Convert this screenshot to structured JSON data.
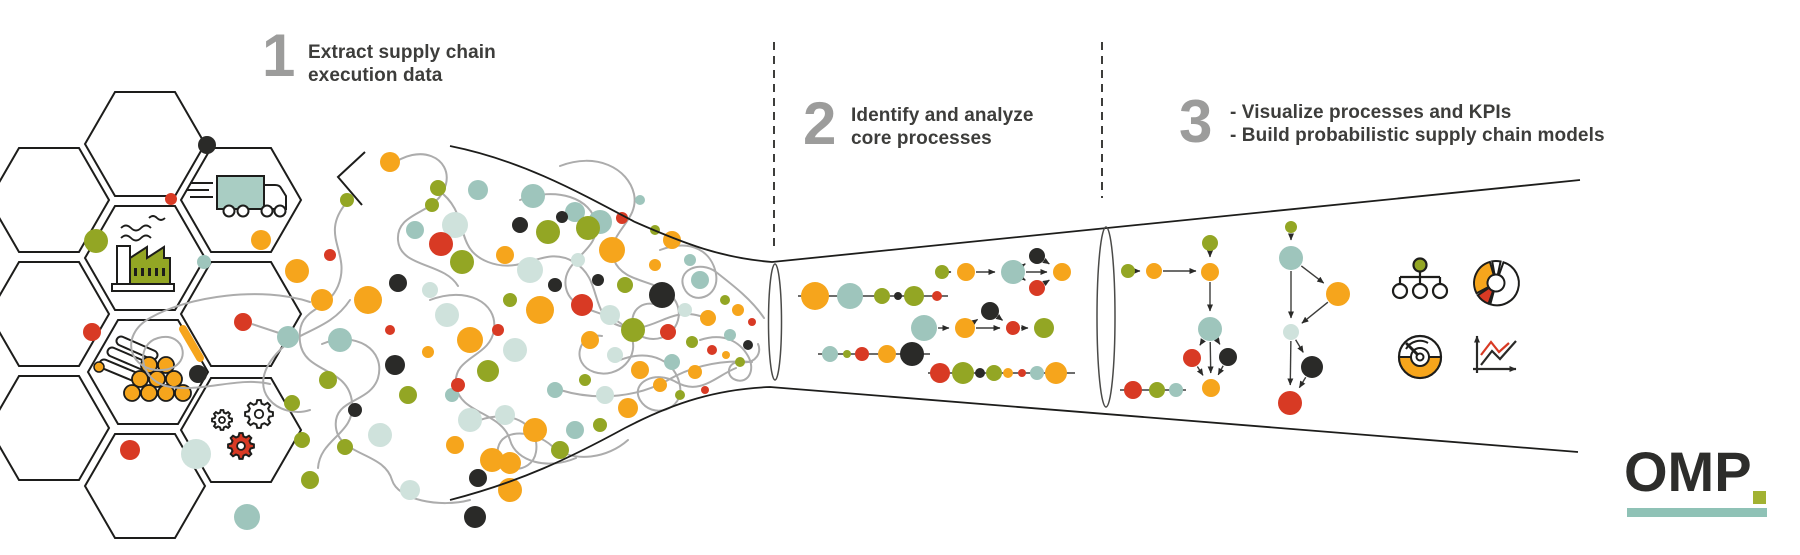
{
  "palette": {
    "orange": "#F6A51C",
    "olive": "#93A624",
    "red": "#D83A24",
    "black": "#2A2A28",
    "teal": "#9EC5BC",
    "lightteal": "#CFE2DC",
    "thread": "#ACACAC",
    "outline": "#1D1D1B",
    "number_gray": "#9C9C9B",
    "text_dark": "#3D3D3B",
    "logo_dark": "#2D2D2B",
    "logo_green": "#A2B232",
    "logo_teal": "#8FC2B6"
  },
  "steps": [
    {
      "number": "1",
      "line1": "Extract supply chain",
      "line2": "execution data"
    },
    {
      "number": "2",
      "line1": "Identify and analyze",
      "line2": "core processes"
    },
    {
      "number": "3",
      "line1": "- Visualize processes and KPIs",
      "line2": "- Build probabilistic supply chain models"
    }
  ],
  "logo": {
    "text": "OMP"
  },
  "icons": {
    "hex": [
      "truck-icon",
      "factory-icon",
      "pipes-icon",
      "gears-icon"
    ],
    "kpi": [
      "org-chart-icon",
      "donut-chart-icon",
      "gauge-icon",
      "line-chart-icon"
    ]
  },
  "scatter": {
    "dots": [
      [
        207,
        145,
        9,
        "k"
      ],
      [
        171,
        199,
        6,
        "r"
      ],
      [
        96,
        241,
        12,
        "g"
      ],
      [
        261,
        240,
        10,
        "o"
      ],
      [
        204,
        262,
        7,
        "t"
      ],
      [
        297,
        271,
        12,
        "o"
      ],
      [
        92,
        332,
        9,
        "r"
      ],
      [
        243,
        322,
        9,
        "r"
      ],
      [
        288,
        337,
        11,
        "t"
      ],
      [
        198,
        374,
        9,
        "k"
      ],
      [
        292,
        403,
        8,
        "g"
      ],
      [
        130,
        450,
        10,
        "r"
      ],
      [
        196,
        454,
        15,
        "lt"
      ],
      [
        247,
        517,
        13,
        "t"
      ],
      [
        310,
        480,
        9,
        "g"
      ],
      [
        302,
        440,
        8,
        "g"
      ],
      [
        475,
        517,
        11,
        "k"
      ],
      [
        410,
        490,
        10,
        "lt"
      ],
      [
        510,
        490,
        12,
        "o"
      ],
      [
        390,
        162,
        10,
        "o"
      ],
      [
        347,
        200,
        7,
        "g"
      ],
      [
        438,
        188,
        8,
        "g"
      ],
      [
        478,
        190,
        10,
        "t"
      ],
      [
        330,
        255,
        6,
        "r"
      ],
      [
        322,
        300,
        11,
        "o"
      ],
      [
        340,
        340,
        12,
        "t"
      ],
      [
        328,
        380,
        9,
        "g"
      ],
      [
        355,
        410,
        7,
        "k"
      ],
      [
        380,
        435,
        12,
        "lt"
      ],
      [
        345,
        447,
        8,
        "g"
      ],
      [
        368,
        300,
        14,
        "o"
      ],
      [
        390,
        330,
        5,
        "r"
      ],
      [
        395,
        365,
        10,
        "k"
      ],
      [
        408,
        395,
        9,
        "g"
      ],
      [
        398,
        283,
        9,
        "k"
      ],
      [
        415,
        230,
        9,
        "t"
      ],
      [
        432,
        205,
        7,
        "g"
      ],
      [
        455,
        225,
        13,
        "lt"
      ],
      [
        441,
        244,
        12,
        "r"
      ],
      [
        462,
        262,
        12,
        "g"
      ],
      [
        430,
        290,
        8,
        "lt"
      ],
      [
        447,
        315,
        12,
        "lt"
      ],
      [
        470,
        340,
        13,
        "o"
      ],
      [
        488,
        371,
        11,
        "g"
      ],
      [
        428,
        352,
        6,
        "o"
      ],
      [
        452,
        395,
        7,
        "t"
      ],
      [
        470,
        420,
        12,
        "lt"
      ],
      [
        455,
        445,
        9,
        "o"
      ],
      [
        492,
        460,
        12,
        "o"
      ],
      [
        478,
        478,
        9,
        "k"
      ],
      [
        533,
        196,
        12,
        "t"
      ],
      [
        520,
        225,
        8,
        "k"
      ],
      [
        548,
        232,
        12,
        "g"
      ],
      [
        505,
        255,
        9,
        "o"
      ],
      [
        530,
        270,
        13,
        "lt"
      ],
      [
        555,
        285,
        7,
        "k"
      ],
      [
        510,
        300,
        7,
        "g"
      ],
      [
        540,
        310,
        14,
        "o"
      ],
      [
        498,
        330,
        6,
        "r"
      ],
      [
        515,
        350,
        12,
        "lt"
      ],
      [
        458,
        385,
        7,
        "r"
      ],
      [
        555,
        390,
        8,
        "t"
      ],
      [
        505,
        415,
        10,
        "lt"
      ],
      [
        535,
        430,
        12,
        "o"
      ],
      [
        560,
        450,
        9,
        "g"
      ],
      [
        510,
        463,
        11,
        "o"
      ],
      [
        575,
        212,
        10,
        "t"
      ],
      [
        600,
        222,
        12,
        "t"
      ],
      [
        588,
        228,
        12,
        "g"
      ],
      [
        612,
        250,
        13,
        "o"
      ],
      [
        578,
        260,
        7,
        "lt"
      ],
      [
        598,
        280,
        6,
        "k"
      ],
      [
        625,
        285,
        8,
        "g"
      ],
      [
        582,
        305,
        11,
        "r"
      ],
      [
        610,
        315,
        10,
        "lt"
      ],
      [
        633,
        330,
        12,
        "g"
      ],
      [
        590,
        340,
        9,
        "o"
      ],
      [
        615,
        355,
        8,
        "lt"
      ],
      [
        640,
        370,
        9,
        "o"
      ],
      [
        585,
        380,
        6,
        "g"
      ],
      [
        605,
        395,
        9,
        "lt"
      ],
      [
        628,
        408,
        10,
        "o"
      ],
      [
        600,
        425,
        7,
        "g"
      ],
      [
        575,
        430,
        9,
        "t"
      ],
      [
        655,
        230,
        5,
        "g"
      ],
      [
        672,
        240,
        9,
        "o"
      ],
      [
        690,
        260,
        6,
        "t"
      ],
      [
        655,
        265,
        6,
        "o"
      ],
      [
        700,
        280,
        9,
        "t"
      ],
      [
        662,
        295,
        13,
        "k"
      ],
      [
        685,
        310,
        7,
        "lt"
      ],
      [
        708,
        318,
        8,
        "o"
      ],
      [
        668,
        332,
        8,
        "r"
      ],
      [
        692,
        342,
        6,
        "g"
      ],
      [
        712,
        350,
        5,
        "r"
      ],
      [
        672,
        362,
        8,
        "t"
      ],
      [
        695,
        372,
        7,
        "o"
      ],
      [
        660,
        385,
        7,
        "o"
      ],
      [
        680,
        395,
        5,
        "g"
      ],
      [
        705,
        390,
        4,
        "r"
      ],
      [
        725,
        300,
        5,
        "g"
      ],
      [
        738,
        310,
        6,
        "o"
      ],
      [
        752,
        322,
        4,
        "r"
      ],
      [
        730,
        335,
        6,
        "t"
      ],
      [
        748,
        345,
        5,
        "k"
      ],
      [
        726,
        355,
        4,
        "o"
      ],
      [
        740,
        362,
        5,
        "g"
      ],
      [
        562,
        217,
        6,
        "k"
      ],
      [
        622,
        218,
        6,
        "r"
      ],
      [
        640,
        200,
        5,
        "t"
      ]
    ]
  },
  "strands": [
    {
      "name": "process-strand-a",
      "nodes": [
        [
          942,
          272,
          7,
          "g"
        ],
        [
          966,
          272,
          9,
          "o"
        ],
        [
          1013,
          272,
          12,
          "t"
        ],
        [
          1037,
          256,
          8,
          "k"
        ],
        [
          1037,
          288,
          8,
          "r"
        ],
        [
          1062,
          272,
          9,
          "o"
        ]
      ],
      "arrows": [
        [
          0,
          1
        ],
        [
          1,
          2
        ],
        [
          2,
          3
        ],
        [
          2,
          4
        ],
        [
          2,
          5
        ],
        [
          3,
          5
        ],
        [
          4,
          5
        ]
      ]
    },
    {
      "name": "process-strand-b",
      "line": [
        798,
        296,
        948,
        296
      ],
      "nodes": [
        [
          815,
          296,
          14,
          "o"
        ],
        [
          850,
          296,
          13,
          "t"
        ],
        [
          882,
          296,
          8,
          "g"
        ],
        [
          898,
          296,
          4,
          "k"
        ],
        [
          914,
          296,
          10,
          "g"
        ],
        [
          937,
          296,
          5,
          "r"
        ]
      ],
      "arrows": []
    },
    {
      "name": "process-strand-c",
      "nodes": [
        [
          924,
          328,
          13,
          "t"
        ],
        [
          965,
          328,
          10,
          "o"
        ],
        [
          990,
          311,
          9,
          "k"
        ],
        [
          1013,
          328,
          7,
          "r"
        ],
        [
          1044,
          328,
          10,
          "g"
        ]
      ],
      "arrows": [
        [
          0,
          1
        ],
        [
          1,
          2
        ],
        [
          2,
          3
        ],
        [
          1,
          3
        ],
        [
          3,
          4
        ]
      ]
    },
    {
      "name": "process-strand-d",
      "line": [
        818,
        354,
        930,
        354
      ],
      "nodes": [
        [
          830,
          354,
          8,
          "t"
        ],
        [
          847,
          354,
          4,
          "g"
        ],
        [
          862,
          354,
          7,
          "r"
        ],
        [
          887,
          354,
          9,
          "o"
        ],
        [
          912,
          354,
          12,
          "k"
        ]
      ],
      "arrows": []
    },
    {
      "name": "process-strand-e",
      "line": [
        928,
        373,
        1075,
        373
      ],
      "nodes": [
        [
          940,
          373,
          10,
          "r"
        ],
        [
          963,
          373,
          11,
          "g"
        ],
        [
          980,
          373,
          5,
          "k"
        ],
        [
          994,
          373,
          8,
          "g"
        ],
        [
          1008,
          373,
          5,
          "o"
        ],
        [
          1022,
          373,
          4,
          "r"
        ],
        [
          1037,
          373,
          7,
          "t"
        ],
        [
          1056,
          373,
          11,
          "o"
        ]
      ],
      "arrows": []
    },
    {
      "name": "process-strand-f",
      "nodes": [
        [
          1128,
          271,
          7,
          "g"
        ],
        [
          1154,
          271,
          8,
          "o"
        ]
      ],
      "arrows": [
        [
          0,
          1
        ]
      ],
      "tail": [
        1163,
        271,
        1196,
        271
      ]
    },
    {
      "name": "process-strand-g",
      "line": [
        1120,
        390,
        1186,
        390
      ],
      "nodes": [
        [
          1133,
          390,
          9,
          "r"
        ],
        [
          1157,
          390,
          8,
          "g"
        ],
        [
          1176,
          390,
          7,
          "t"
        ]
      ],
      "arrows": []
    }
  ],
  "trees": [
    {
      "name": "process-tree-1",
      "nodes": [
        [
          1210,
          243,
          8,
          "g"
        ],
        [
          1210,
          272,
          9,
          "o"
        ],
        [
          1210,
          329,
          12,
          "t"
        ],
        [
          1192,
          358,
          9,
          "r"
        ],
        [
          1228,
          357,
          9,
          "k"
        ],
        [
          1211,
          388,
          9,
          "o"
        ]
      ],
      "edges": [
        [
          0,
          1
        ],
        [
          1,
          2
        ],
        [
          2,
          3
        ],
        [
          2,
          4
        ],
        [
          2,
          5
        ],
        [
          3,
          5
        ],
        [
          4,
          5
        ]
      ]
    },
    {
      "name": "process-tree-2",
      "nodes": [
        [
          1291,
          227,
          6,
          "g"
        ],
        [
          1291,
          258,
          12,
          "t"
        ],
        [
          1338,
          294,
          12,
          "o"
        ],
        [
          1291,
          332,
          8,
          "lt"
        ],
        [
          1312,
          367,
          11,
          "k"
        ],
        [
          1290,
          403,
          12,
          "r"
        ]
      ],
      "edges": [
        [
          0,
          1
        ],
        [
          1,
          2
        ],
        [
          1,
          3
        ],
        [
          2,
          3
        ],
        [
          3,
          4
        ],
        [
          3,
          5
        ],
        [
          4,
          5
        ]
      ]
    }
  ]
}
